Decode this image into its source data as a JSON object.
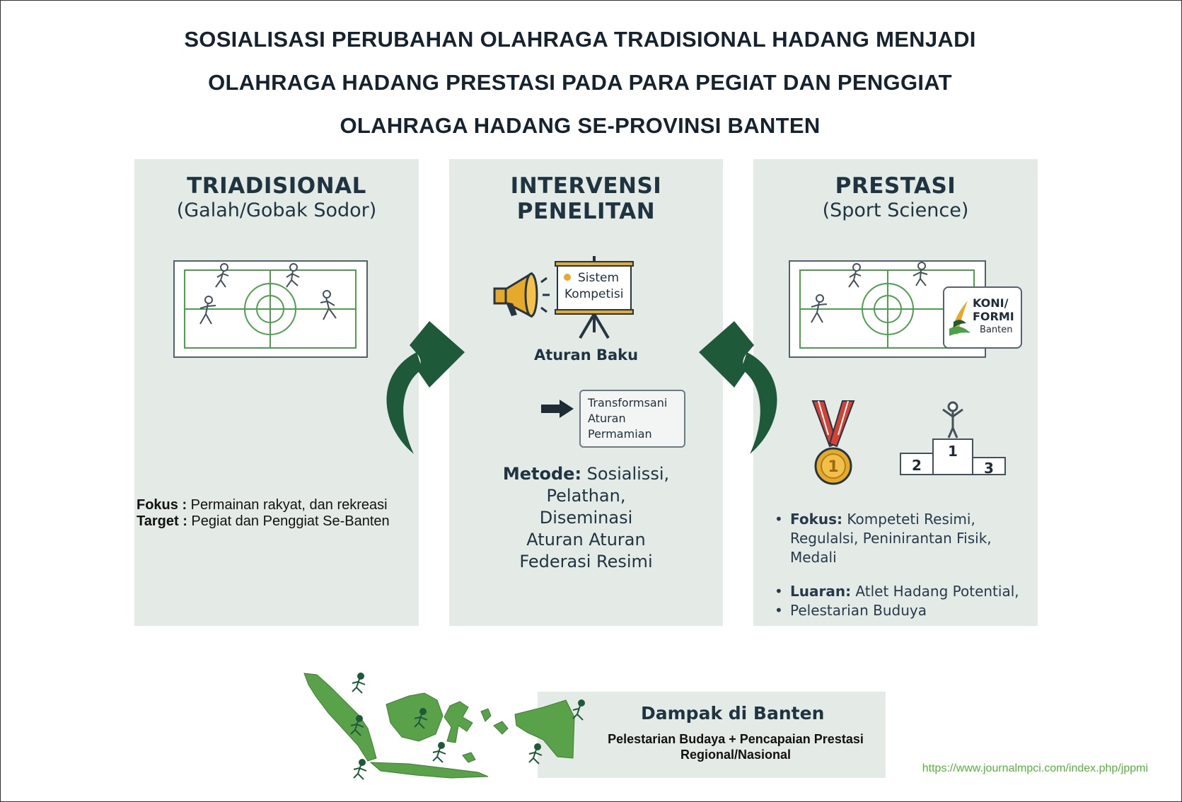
{
  "title": {
    "line1": "SOSIALISASI PERUBAHAN OLAHRAGA TRADISIONAL HADANG MENJADI",
    "line2": "OLAHRAGA HADANG PRESTASI PADA PARA PEGIAT DAN PENGGIAT",
    "line3": "OLAHRAGA HADANG SE-PROVINSI BANTEN"
  },
  "panel_traditional": {
    "heading": "TRIADISIONAL",
    "subheading": "(Galah/Gobak Sodor)",
    "fokus_label": "Fokus :",
    "fokus_value": " Permainan rakyat, dan rekreasi",
    "target_label": "Target :",
    "target_value": " Pegiat dan Penggiat Se-Banten"
  },
  "panel_intervention": {
    "heading_line1": "INTERVENSI",
    "heading_line2": "PENELITAN",
    "sign_line1": "Sistem",
    "sign_line2": "Kompetisi",
    "caption": "Aturan Baku",
    "transform_line1": "Transformsani",
    "transform_line2": "Aturan Permamian",
    "metode_label": "Metode:",
    "metode_line1": " Sosialissi,",
    "metode_line2": "Pelathan,",
    "metode_line3": "Diseminasi",
    "metode_line4": "Aturan Aturan",
    "metode_line5": "Federasi Resimi"
  },
  "panel_prestasi": {
    "heading": "PRESTASI",
    "subheading": "(Sport Science)",
    "logo_line1": "KONI/",
    "logo_line2": "FORMI",
    "logo_line3": "Banten",
    "medal_number": "1",
    "podium": [
      "2",
      "1",
      "3"
    ],
    "bullets": [
      {
        "label": "Fokus:",
        "text": " Kompeteti Resimi,"
      },
      {
        "label": "",
        "text": "Regulalsi, Peninirantan Fisik,"
      },
      {
        "label": "",
        "text": "Medali"
      }
    ],
    "bullets2": [
      {
        "label": "Luaran:",
        "text": " Atlet Hadang Potential,"
      },
      {
        "label": "",
        "text": "Pelestarian Buduya"
      }
    ]
  },
  "impact": {
    "heading": "Dampak di Banten",
    "line1": "Pelestarian Budaya + Pencapaian Prestasi",
    "line2": "Regional/Nasional"
  },
  "url": "https://www.journalmpci.com/index.php/jppmi",
  "colors": {
    "panel_bg": "#e4ebe7",
    "arrow_green": "#1e5a3a",
    "field_green": "#4ba04a",
    "map_green": "#5aa24a",
    "medal_gold": "#e7a92a",
    "ribbon_red": "#d44135"
  }
}
